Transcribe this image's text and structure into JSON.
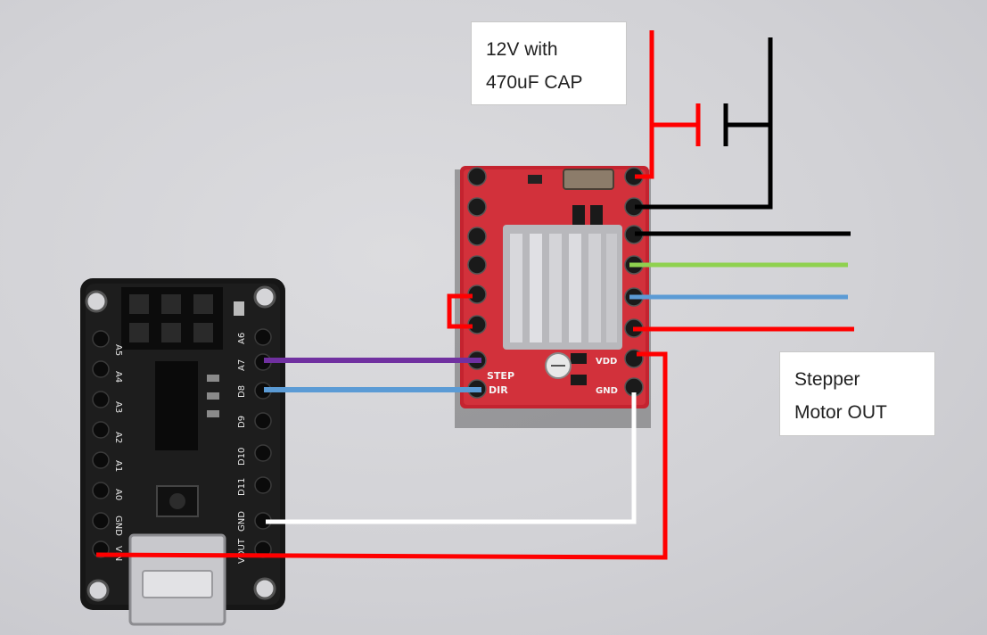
{
  "notes": {
    "power_line1": "12V with",
    "power_line2": "470uF CAP",
    "motor_line1": "Stepper",
    "motor_line2": "Motor OUT"
  },
  "driver_labels": {
    "step": "STEP",
    "dir": "DIR",
    "vdd": "VDD",
    "gnd": "GND"
  },
  "arduino_labels": {
    "a7": "A7",
    "a6": "A6",
    "a5": "A5",
    "a4": "A4",
    "a3": "A3",
    "a2": "A2",
    "a1": "A1",
    "a0": "A0",
    "d8": "D8",
    "d9": "D9",
    "d10": "D10",
    "d11": "D11",
    "gnd": "GND",
    "vin": "VIN",
    "vout": "VOUT"
  },
  "wire_colors": {
    "red": "#ff0000",
    "black": "#000000",
    "green": "#8fd14f",
    "blue": "#5b9bd5",
    "purple": "#7030a0",
    "white": "#ffffff"
  }
}
